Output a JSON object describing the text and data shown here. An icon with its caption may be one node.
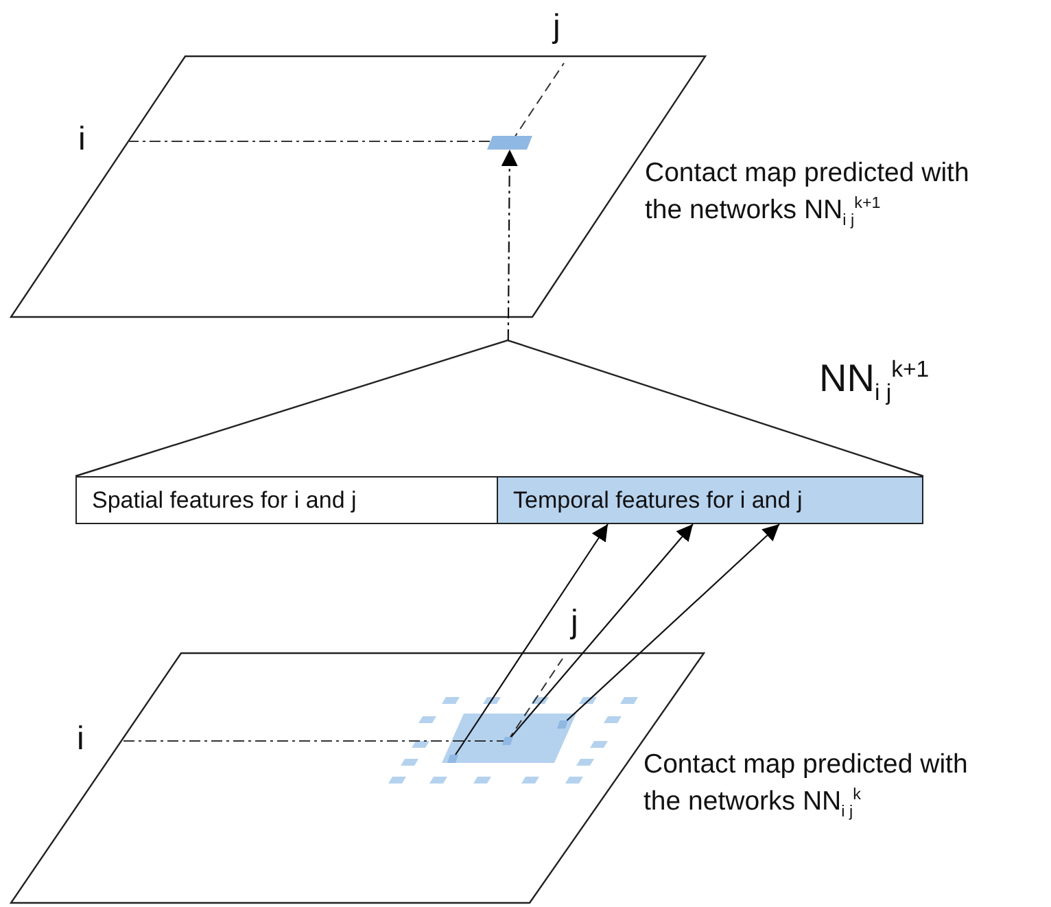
{
  "diagram": {
    "nodes": [
      {
        "text": [],
        "shape": "parallelogram",
        "beside": [
          "Contact map predicted with the networks NN$_{i j}$$^{k+1}$"
        ]
      },
      {
        "text": [],
        "shape": "box",
        "in": 0
      },
      {
        "text": [
          "NN$_{i j}$$^{k+1}$"
        ]
      },
      {
        "text": [
          "Spatial features for i and j"
        ]
      },
      {
        "text": [
          "Temporal features for i and j"
        ]
      },
      {
        "text": [],
        "shape": "parallelogram",
        "beside": [
          "Contact map predicted with the networks NN$_{i j}$$^{k}$"
        ]
      },
      {
        "text": [],
        "shape": "box",
        "in": 5
      },
      {
        "text": [],
        "shape": "box",
        "in": 5
      },
      {
        "text": [],
        "shape": "box",
        "in": 5
      }
    ],
    "edges": [
      {
        "from": 2,
        "to": 1,
        "arrow": "to",
        "style": "dashed"
      },
      {
        "from": 6,
        "to": 4,
        "arrow": "to"
      },
      {
        "from": 7,
        "to": 4,
        "arrow": "to"
      },
      {
        "from": 8,
        "to": 4,
        "arrow": "to"
      }
    ],
    "labels": [
      "j",
      "i",
      "j",
      "i"
    ]
  }
}
